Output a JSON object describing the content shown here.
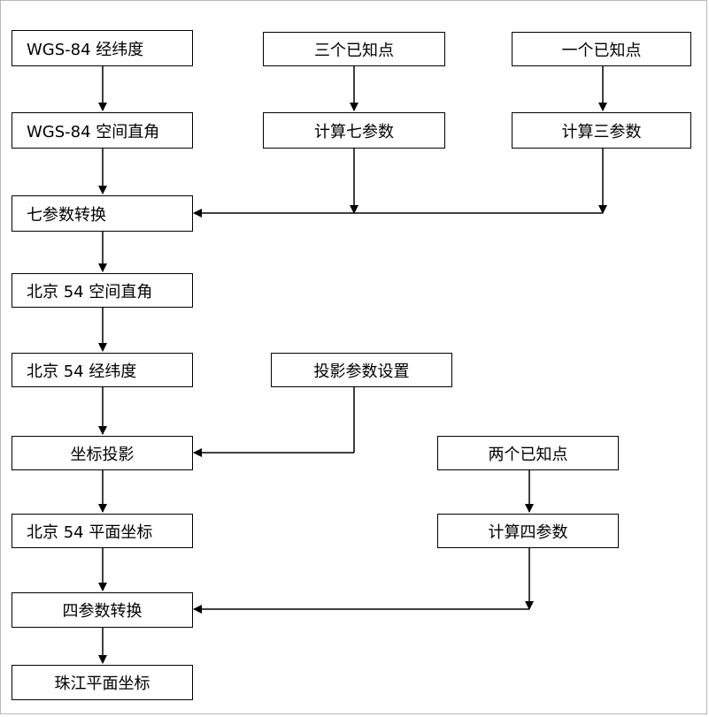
{
  "nodes": {
    "wgs84_latlon": "WGS-84 经纬度",
    "wgs84_xyz": "WGS-84 空间直角",
    "seven_param_transform": "七参数转换",
    "bj54_xyz": "北京 54 空间直角",
    "bj54_latlon": "北京 54 经纬度",
    "coord_projection": "坐标投影",
    "bj54_plane": "北京 54 平面坐标",
    "four_param_transform": "四参数转换",
    "zhujiang_plane": "珠江平面坐标",
    "three_known_points": "三个已知点",
    "compute_seven_params": "计算七参数",
    "one_known_point": "一个已知点",
    "compute_three_params": "计算三参数",
    "projection_settings": "投影参数设置",
    "two_known_points": "两个已知点",
    "compute_four_params": "计算四参数"
  }
}
